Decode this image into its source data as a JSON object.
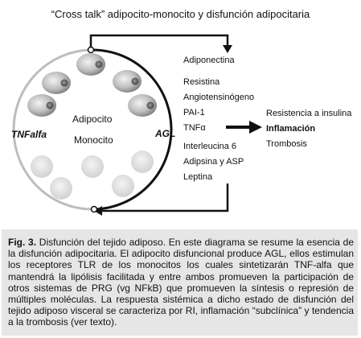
{
  "title": "“Cross talk” adipocito-monocito y disfunción adipocitaria",
  "diagram": {
    "left_label": "TNFalfa",
    "right_label": "AGL",
    "cell_label_1": "Adipocito",
    "cell_label_2": "Monocito",
    "secreted_factors": [
      "Adiponectina",
      "Resistina",
      "Angiotensinógeno",
      "PAI-1",
      "TNFα",
      "Interleucina 6",
      "Adipsina y ASP",
      "Leptina"
    ],
    "outcomes": [
      "Resistencia a insulina",
      "Inflamación",
      "Trombosis"
    ]
  },
  "caption": {
    "label": "Fig. 3.",
    "text": "Disfunción del tejido adiposo. En este diagrama se resume la esencia de la disfunción adipocitaria. El adipocito disfuncional produce AGL, ellos estimulan los receptores TLR de los monocitos los cuales sintetizarán TNF-alfa que mantendrá la lipólisis facilitada y entre ambos promueven la participación de otros sistemas de PRG (vg NFkB) que promueven la síntesis o represión de múltiples moléculas. La respuesta sistémica a dicho estado de disfunción del tejido adiposo visceral se caracteriza por RI, inflamación “subclínica” y tendencia a la trombosis (ver texto)."
  }
}
